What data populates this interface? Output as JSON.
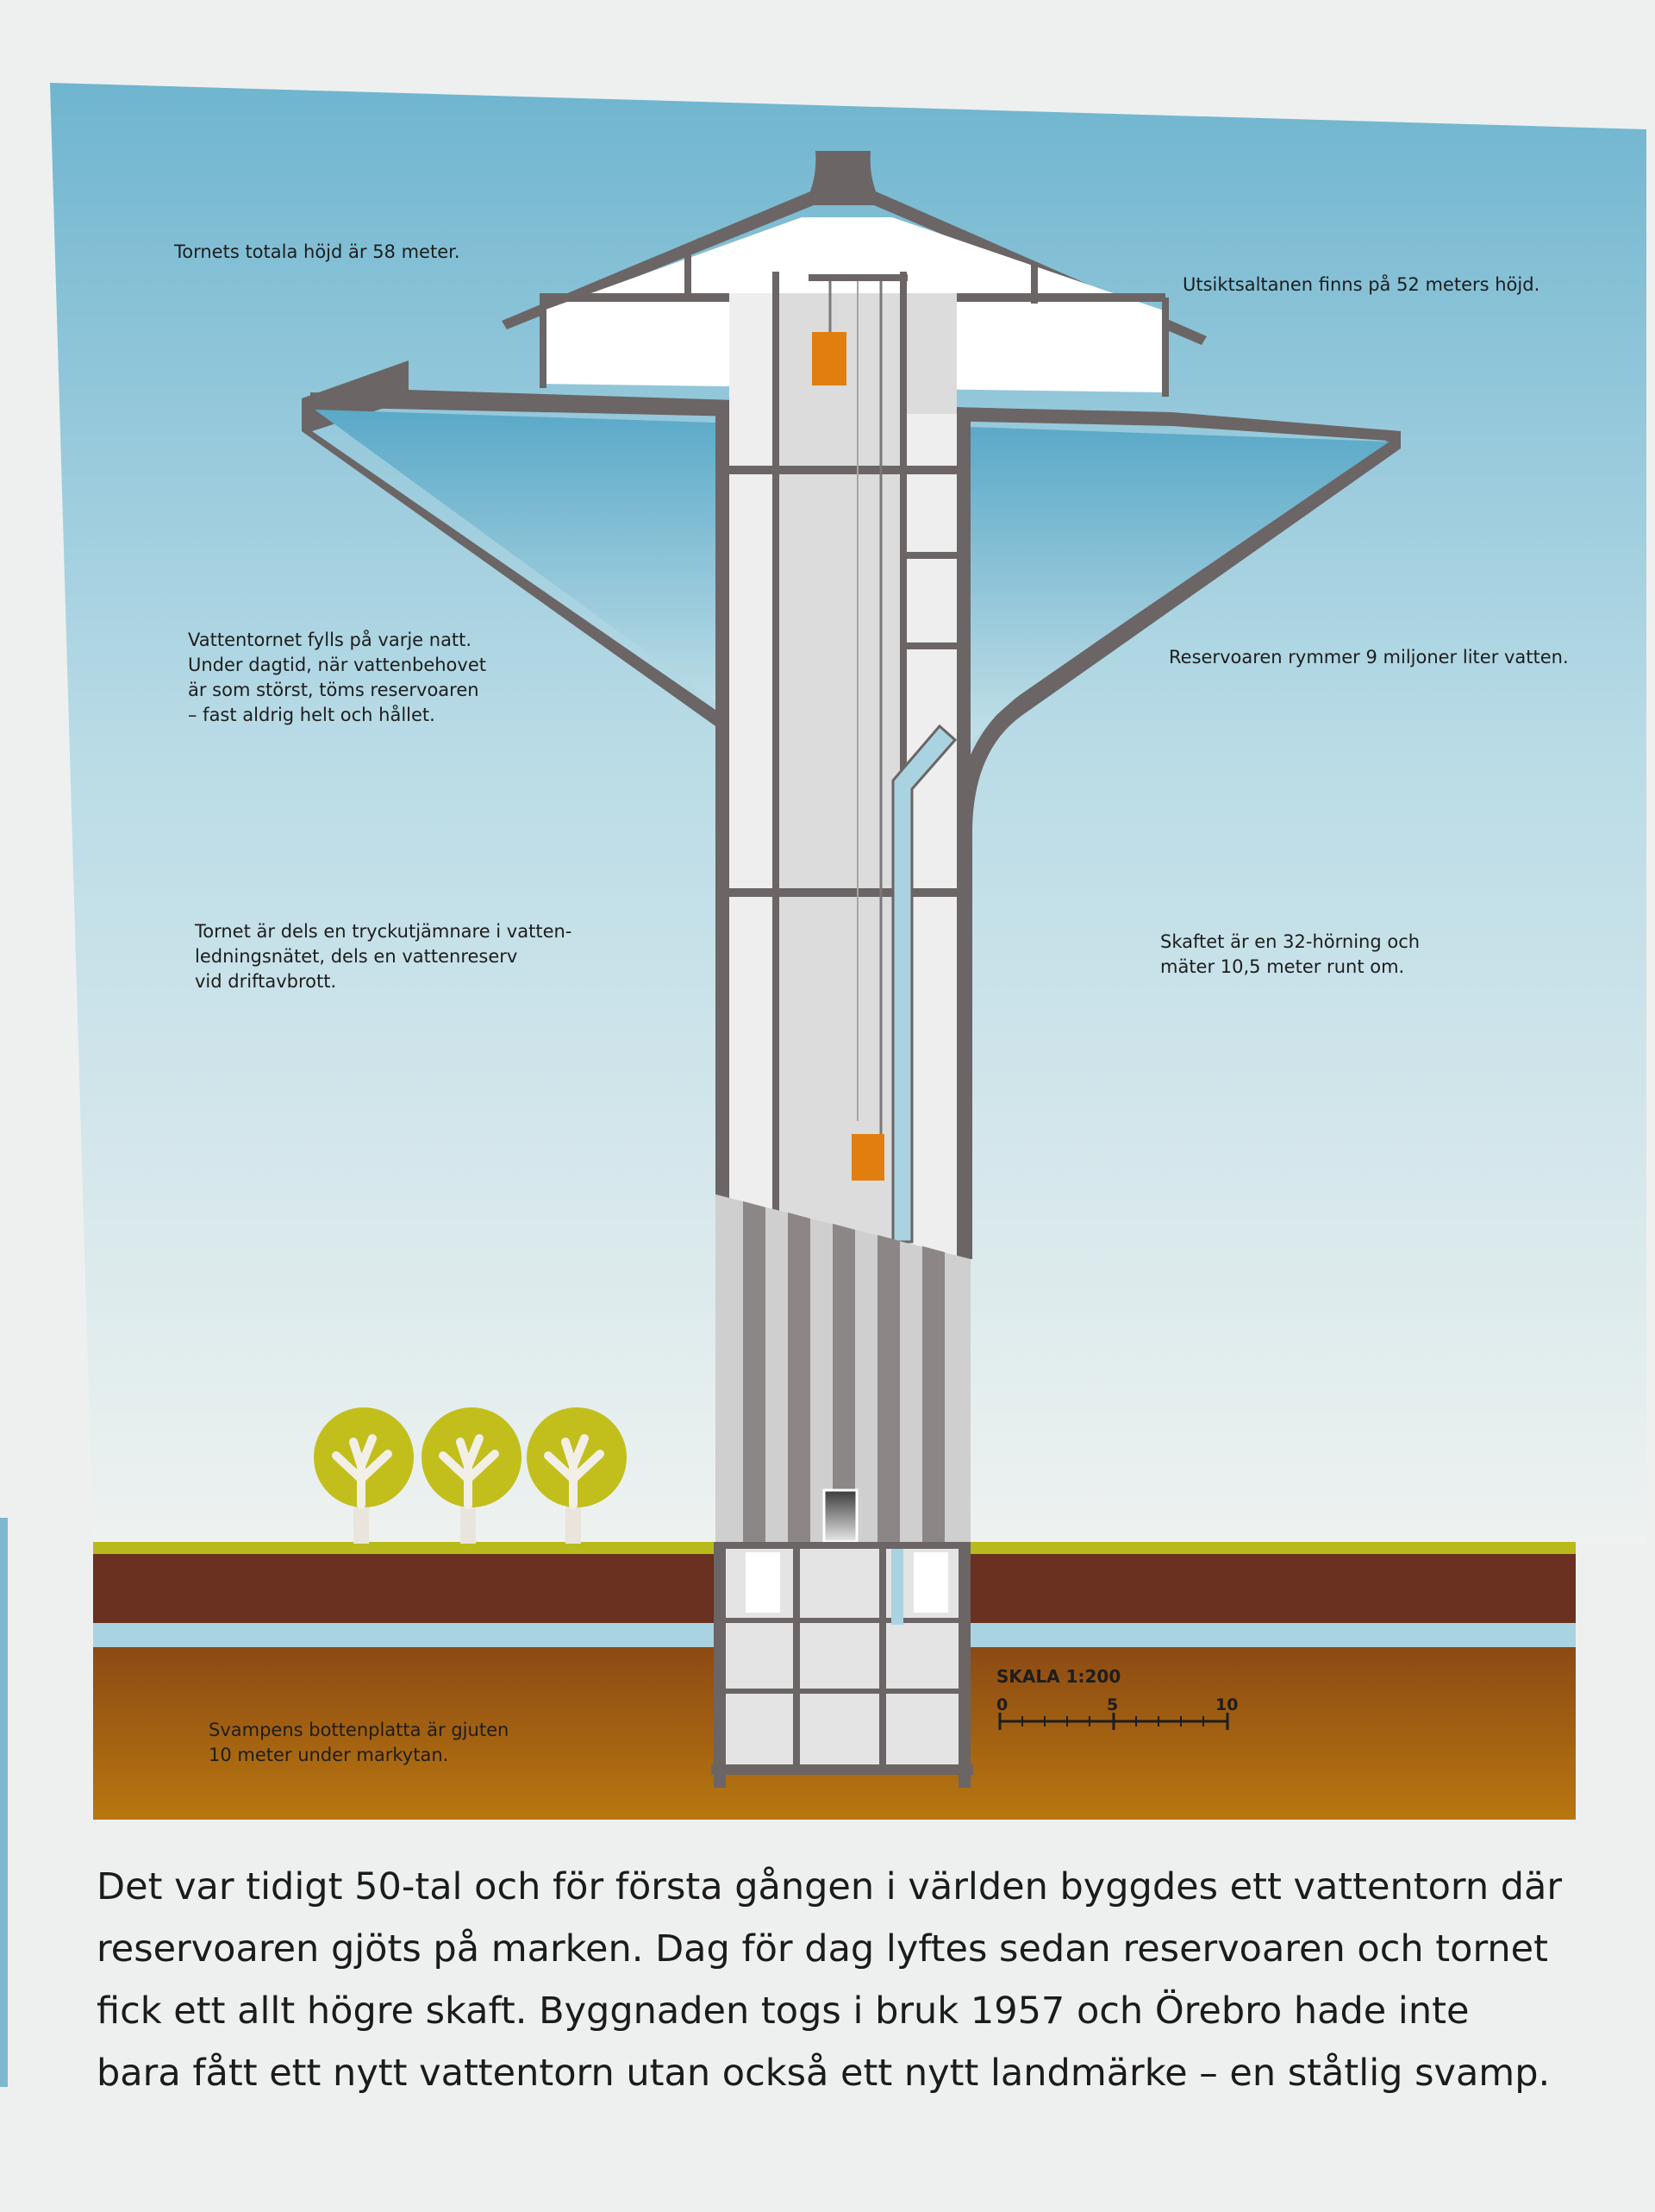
{
  "annotations": {
    "total_height": "Tornets totala höjd är 58 meter.",
    "viewing_deck": "Utsiktsaltanen finns på 52 meters höjd.",
    "fills_nightly": "Vattentornet fylls på varje natt.\nUnder dagtid, när vattenbehovet\när som störst, töms reservoaren\n– fast aldrig helt och hållet.",
    "reservoir_capacity": "Reservoaren rymmer 9 miljoner liter vatten.",
    "pressure_equalizer": "Tornet är dels en tryckutjämnare i vatten-\nledningsnätet, dels en vattenreserv\nvid driftavbrott.",
    "shaft_shape": "Skaftet är en 32-hörning och\nmäter 10,5 meter runt om.",
    "foundation": "Svampens bottenplatta är gjuten\n10 meter under markytan."
  },
  "scale": {
    "title": "SKALA 1:200",
    "tick_0": "0",
    "tick_5": "5",
    "tick_10": "10"
  },
  "caption": "Det var tidigt 50-tal och för första gången i världen byggdes ett vattentorn där\nreservoaren gjöts på marken. Dag för dag lyftes sedan reservoaren och tornet\nfick ett allt högre skaft. Byggnaden togs i bruk 1957 och Örebro hade inte\nbara fått ett nytt vattentorn utan också ett nytt landmärke – en ståtlig svamp.",
  "colors": {
    "sky_top": "#6fb5cf",
    "sky_bottom": "#eef2f0",
    "structure": "#6b6565",
    "interior": "#d5d5d5",
    "pipe": "#a9d3e0",
    "lift": "#e07f10",
    "grass": "#b8ba1c",
    "soil_top": "#6a3020",
    "soil_bottom": "#b06b12",
    "tree_crown": "#c2bf1d"
  }
}
